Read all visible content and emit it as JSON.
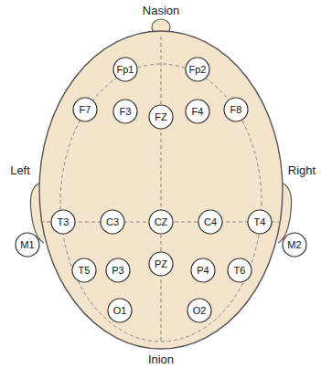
{
  "diagram": {
    "nodes": [
      {
        "text": [
          "Fp1"
        ]
      },
      {
        "text": [
          "Fp2"
        ]
      },
      {
        "text": [
          "F7"
        ]
      },
      {
        "text": [
          "F3"
        ]
      },
      {
        "text": [
          "FZ"
        ]
      },
      {
        "text": [
          "F4"
        ]
      },
      {
        "text": [
          "F8"
        ]
      },
      {
        "text": [
          "T3"
        ]
      },
      {
        "text": [
          "C3"
        ]
      },
      {
        "text": [
          "CZ"
        ]
      },
      {
        "text": [
          "C4"
        ]
      },
      {
        "text": [
          "T4"
        ]
      },
      {
        "text": [
          "M1"
        ]
      },
      {
        "text": [
          "M2"
        ]
      },
      {
        "text": [
          "T5"
        ]
      },
      {
        "text": [
          "P3"
        ]
      },
      {
        "text": [
          "PZ"
        ]
      },
      {
        "text": [
          "P4"
        ]
      },
      {
        "text": [
          "T6"
        ]
      },
      {
        "text": [
          "O1"
        ]
      },
      {
        "text": [
          "O2"
        ]
      }
    ],
    "edges": [],
    "labels": [
      "Nasion",
      "Left",
      "Right",
      "Inion"
    ]
  }
}
